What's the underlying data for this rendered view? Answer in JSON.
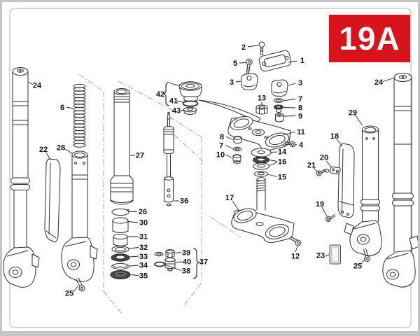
{
  "badge": {
    "label": "19A",
    "bg": "#d7131b",
    "fg": "#f6f6f6"
  },
  "colors": {
    "line": "#2d2d2d",
    "guide_gray": "#a5a5a5",
    "frame_gray": "#c4c4c4",
    "seal_dark": "#474747",
    "badge_red": "#d7131b"
  },
  "callouts": {
    "c1": "1",
    "c2": "2",
    "c3a": "3",
    "c3b": "3",
    "c4": "4",
    "c5": "5",
    "c6": "6",
    "c7a": "7",
    "c7b": "7",
    "c8a": "8",
    "c8b": "8",
    "c9": "9",
    "c10": "10",
    "c11": "11",
    "c12": "12",
    "c13": "13",
    "c14": "14",
    "c15": "15",
    "c16": "16",
    "c17": "17",
    "c18": "18",
    "c19": "19",
    "c20": "20",
    "c21": "21",
    "c22": "22",
    "c23": "23",
    "c24a": "24",
    "c24b": "24",
    "c25a": "25",
    "c25b": "25",
    "c26": "26",
    "c27": "27",
    "c28": "28",
    "c29": "29",
    "c30": "30",
    "c31": "31",
    "c32": "32",
    "c33": "33",
    "c34": "34",
    "c35": "35",
    "c36": "36",
    "c37": "37",
    "c38": "38",
    "c39": "39",
    "c40": "40",
    "c41": "41",
    "c42": "42",
    "c43": "43"
  }
}
